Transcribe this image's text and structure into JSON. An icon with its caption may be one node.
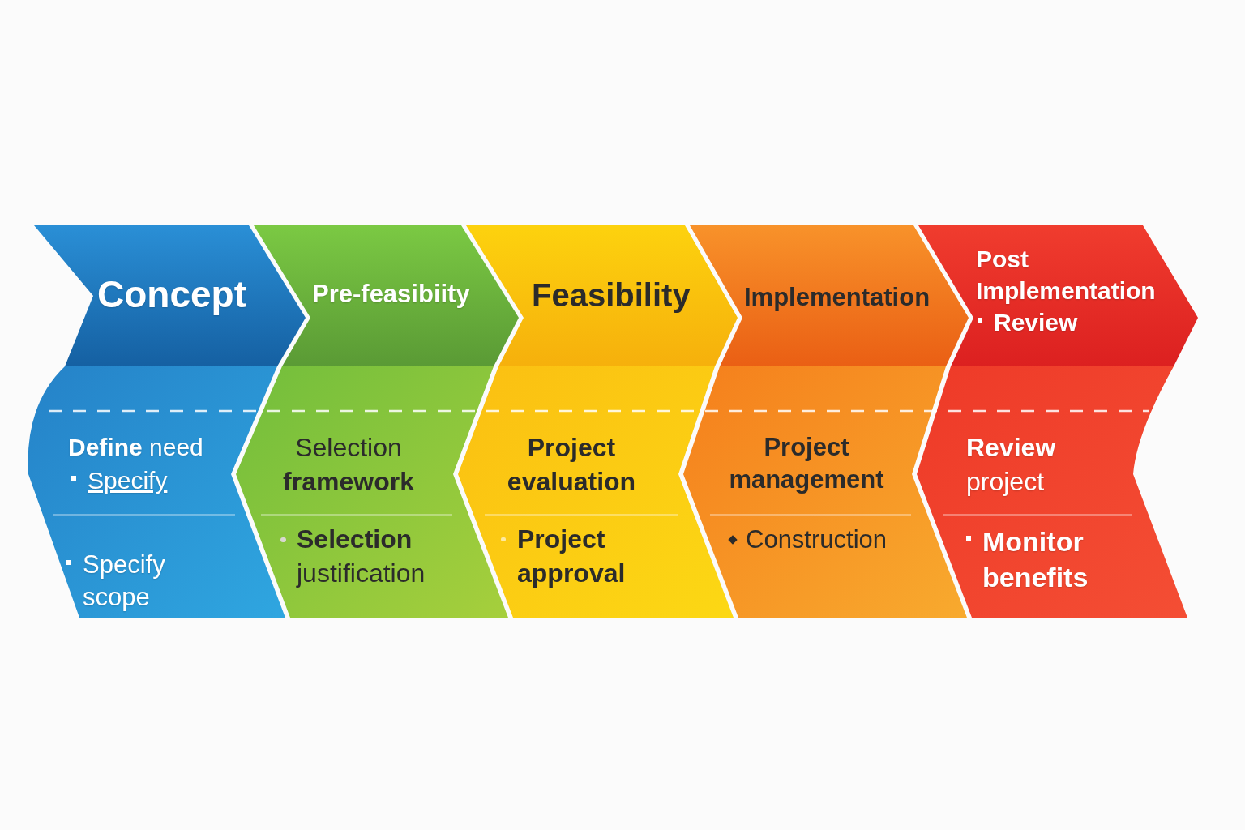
{
  "diagram": {
    "nodes": [
      {
        "text": [
          "Concept"
        ]
      },
      {
        "text": [
          "Pre-feasibiity"
        ]
      },
      {
        "text": [
          "Feasibility"
        ]
      },
      {
        "text": [
          "Implementation"
        ]
      },
      {
        "text": [
          "Post Implementation",
          "Review"
        ]
      },
      {
        "text": [
          "**Define** need",
          "Specify",
          "Specify scope"
        ]
      },
      {
        "text": [
          "Selection **framework**",
          "**Selection** justification"
        ]
      },
      {
        "text": [
          "Project evaluation",
          "Project approval"
        ]
      },
      {
        "text": [
          "Project management",
          "Construction"
        ]
      },
      {
        "text": [
          "**Review** project",
          "Monitor benefits"
        ]
      }
    ]
  }
}
